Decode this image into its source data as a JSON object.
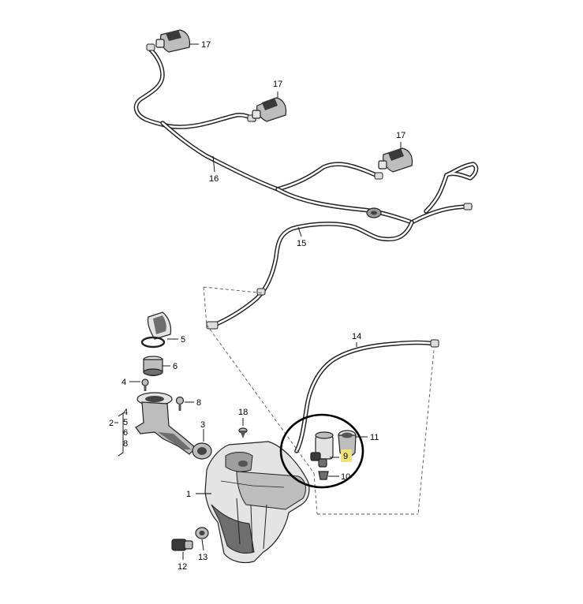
{
  "colors": {
    "line": "#222222",
    "highlight": "#f3e27a",
    "circle": "#000000"
  },
  "labels": {
    "n1": "1",
    "n2": "2",
    "n3": "3",
    "n4a": "4",
    "n4b": "4",
    "n5a": "5",
    "n5b": "5",
    "n6a": "6",
    "n6b": "6",
    "n8a": "8",
    "n8b": "8",
    "n9": "9",
    "n10": "10",
    "n11": "11",
    "n12": "12",
    "n13": "13",
    "n14": "14",
    "n15": "15",
    "n16": "16",
    "n17a": "17",
    "n17b": "17",
    "n17c": "17",
    "n18": "18"
  }
}
